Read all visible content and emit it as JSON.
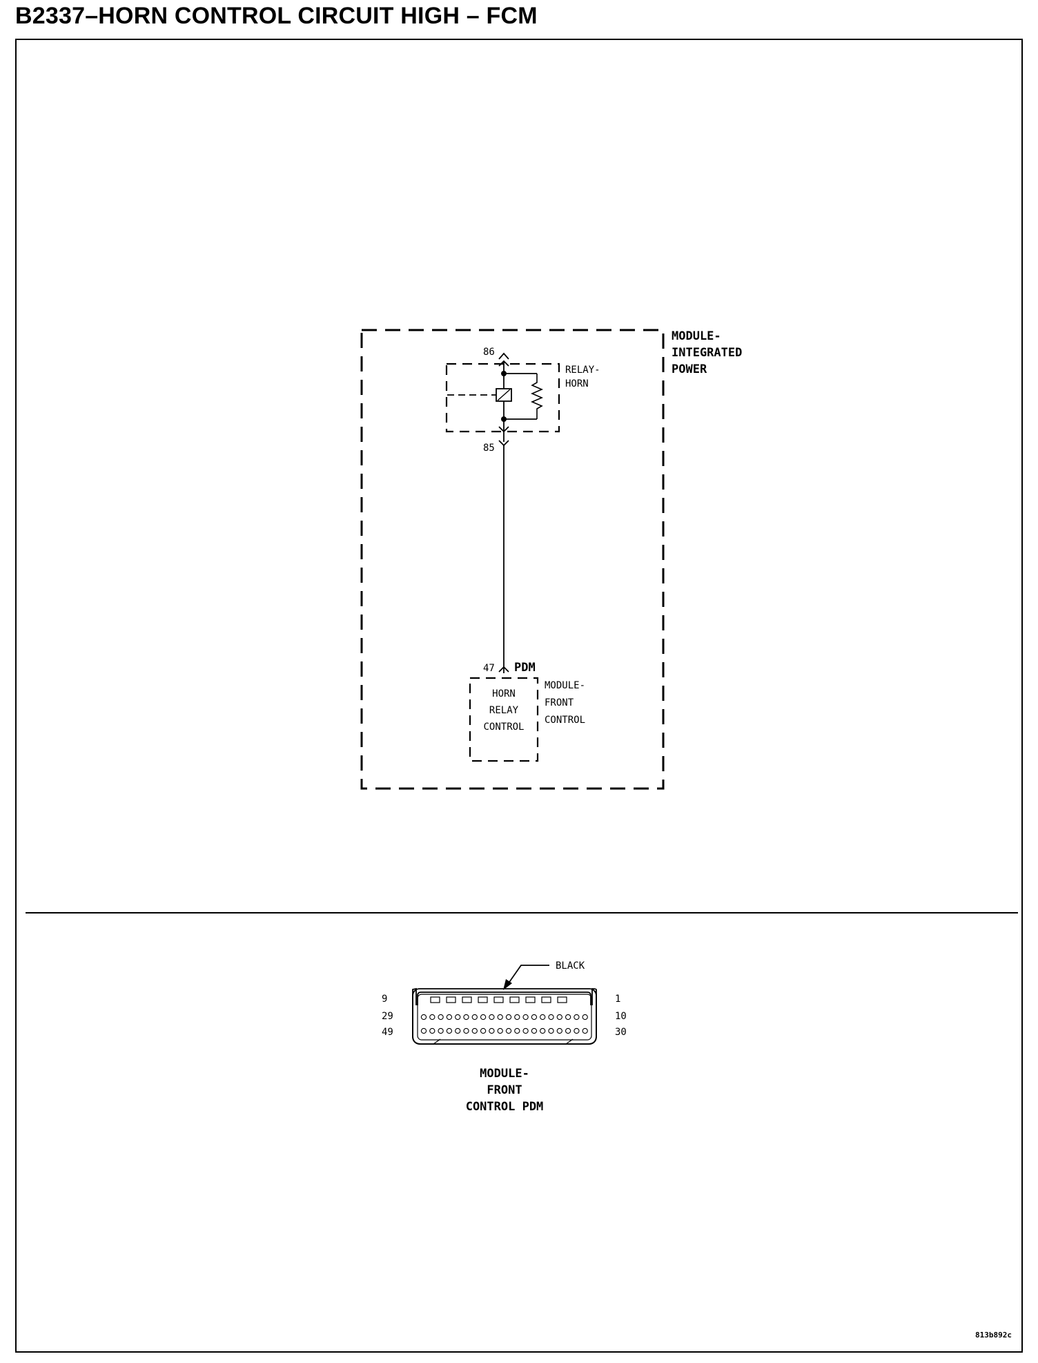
{
  "title": "B2337–HORN CONTROL CIRCUIT HIGH – FCM",
  "schematic": {
    "outer_module": [
      "MODULE-",
      "INTEGRATED",
      "POWER"
    ],
    "relay": [
      "RELAY-",
      "HORN"
    ],
    "pin_top": "86",
    "pin_bottom": "85",
    "pin_fcm": "47",
    "fcm_connector_label": "PDM",
    "inner_box": [
      "HORN",
      "RELAY",
      "CONTROL"
    ],
    "inner_module": [
      "MODULE-",
      "FRONT",
      "CONTROL"
    ]
  },
  "connector": {
    "color_label": "BLACK",
    "pins_left": [
      "9",
      "29",
      "49"
    ],
    "pins_right": [
      "1",
      "10",
      "30"
    ],
    "name": [
      "MODULE-",
      "FRONT",
      "CONTROL PDM"
    ]
  },
  "figure_id": "813b892c"
}
